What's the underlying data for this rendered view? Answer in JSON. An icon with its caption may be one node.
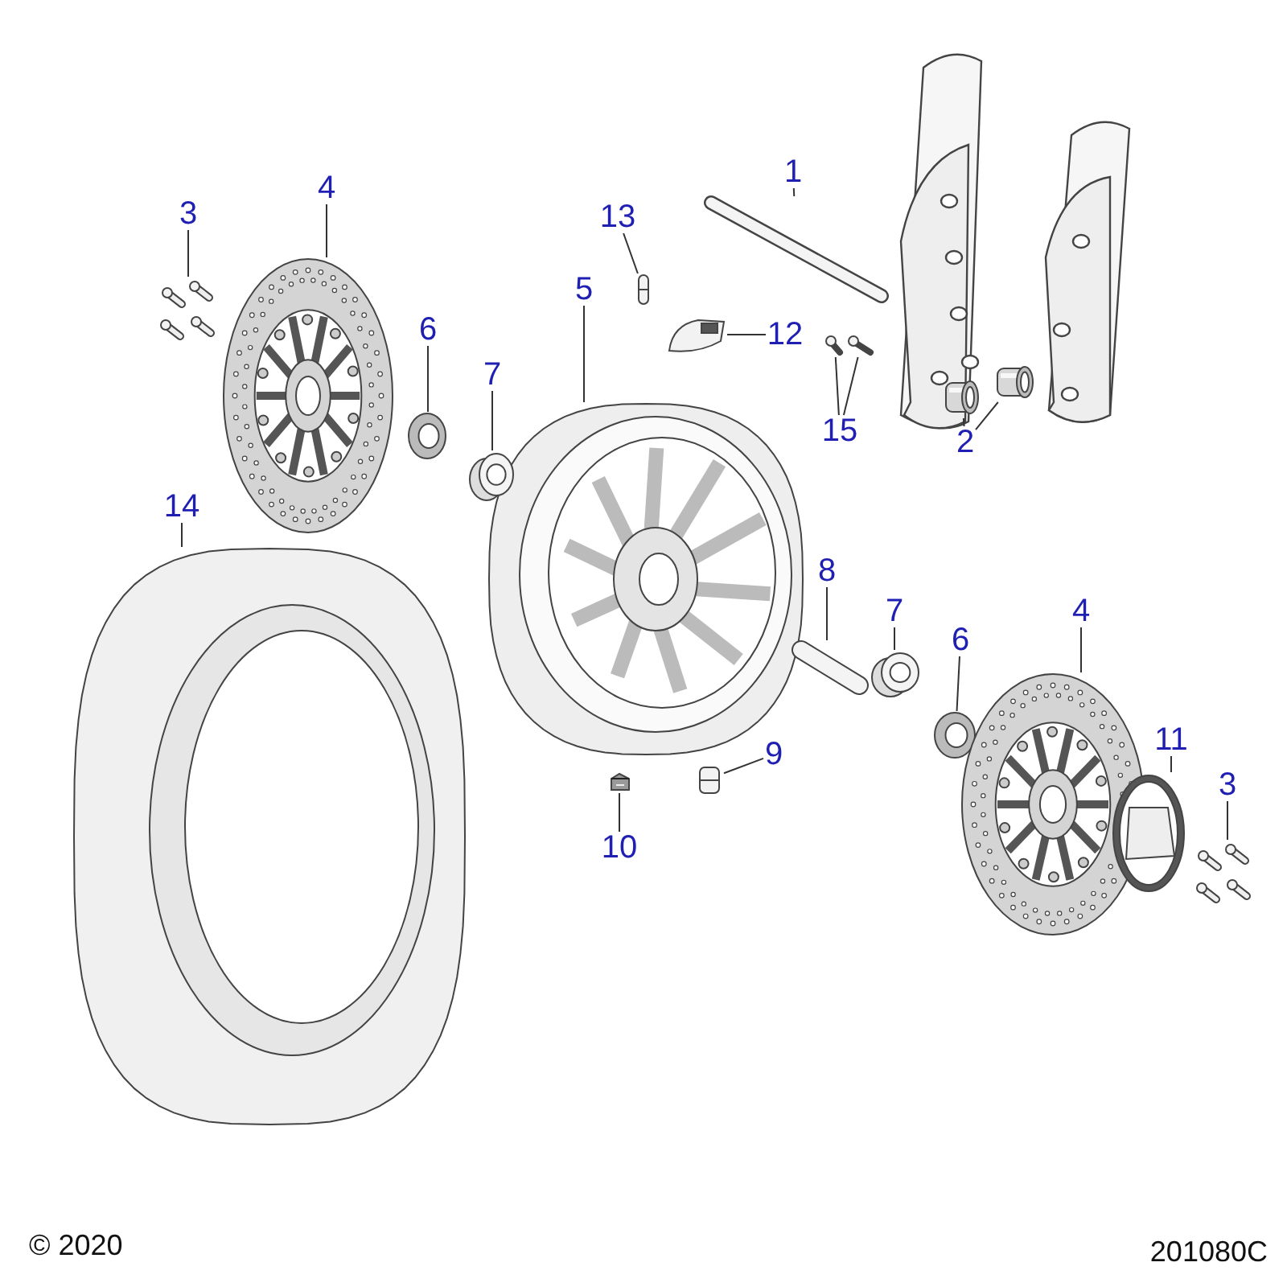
{
  "diagram": {
    "nodes": [
      {
        "text": [
          "1"
        ]
      },
      {
        "text": [
          "3"
        ]
      },
      {
        "text": [
          "4"
        ]
      },
      {
        "text": [
          "13"
        ]
      },
      {
        "text": [
          "5"
        ]
      },
      {
        "text": [
          "6"
        ]
      },
      {
        "text": [
          "12"
        ]
      },
      {
        "text": [
          "7"
        ]
      },
      {
        "text": [
          "15"
        ]
      },
      {
        "text": [
          "2"
        ]
      },
      {
        "text": [
          "14"
        ]
      },
      {
        "text": [
          "8"
        ]
      },
      {
        "text": [
          "7"
        ]
      },
      {
        "text": [
          "4"
        ]
      },
      {
        "text": [
          "6"
        ]
      },
      {
        "text": [
          "11"
        ]
      },
      {
        "text": [
          "9"
        ]
      },
      {
        "text": [
          "3"
        ]
      },
      {
        "text": [
          "10"
        ]
      },
      {
        "text": [],
        "shape": "picture"
      },
      {
        "text": [],
        "shape": "picture"
      },
      {
        "text": [],
        "shape": "picture"
      },
      {
        "text": [],
        "shape": "picture"
      },
      {
        "text": [],
        "shape": "picture"
      },
      {
        "text": [],
        "shape": "picture"
      },
      {
        "text": [],
        "shape": "picture"
      },
      {
        "text": [],
        "shape": "picture"
      },
      {
        "text": [],
        "shape": "picture"
      },
      {
        "text": [],
        "shape": "picture"
      },
      {
        "text": [],
        "shape": "picture"
      },
      {
        "text": [],
        "shape": "picture"
      },
      {
        "text": [],
        "shape": "picture"
      },
      {
        "text": [],
        "shape": "picture"
      },
      {
        "text": [],
        "shape": "picture"
      },
      {
        "text": [],
        "shape": "picture"
      },
      {
        "text": [],
        "shape": "picture"
      },
      {
        "text": [],
        "shape": "picture"
      },
      {
        "text": [],
        "shape": "picture"
      },
      {
        "text": [],
        "shape": "picture"
      },
      {
        "text": [],
        "shape": "picture"
      }
    ],
    "edges": [
      {
        "from": 0,
        "to": 19,
        "arrow": "none"
      },
      {
        "from": 1,
        "to": 20,
        "arrow": "none"
      },
      {
        "from": 2,
        "to": 21,
        "arrow": "none"
      },
      {
        "from": 3,
        "to": 22,
        "arrow": "none"
      },
      {
        "from": 4,
        "to": 23,
        "arrow": "none"
      },
      {
        "from": 5,
        "to": 24,
        "arrow": "none"
      },
      {
        "from": 6,
        "to": 25,
        "arrow": "none"
      },
      {
        "from": 7,
        "to": 26,
        "arrow": "none"
      },
      {
        "from": 8,
        "to": 27,
        "arrow": "none"
      },
      {
        "from": 8,
        "to": 28,
        "arrow": "none"
      },
      {
        "from": 9,
        "to": 29,
        "arrow": "none"
      },
      {
        "from": 9,
        "to": 30,
        "arrow": "none"
      },
      {
        "from": 10,
        "to": 31,
        "arrow": "none"
      },
      {
        "from": 11,
        "to": 32,
        "arrow": "none"
      },
      {
        "from": 12,
        "to": 33,
        "arrow": "none"
      },
      {
        "from": 13,
        "to": 35,
        "arrow": "none"
      },
      {
        "from": 14,
        "to": 34,
        "arrow": "none"
      },
      {
        "from": 15,
        "to": 36,
        "arrow": "none"
      },
      {
        "from": 16,
        "to": 38,
        "arrow": "none"
      },
      {
        "from": 17,
        "to": 37,
        "arrow": "none"
      },
      {
        "from": 18,
        "to": 39,
        "arrow": "none"
      }
    ],
    "labels": [
      "© 2020",
      "201080C"
    ]
  }
}
